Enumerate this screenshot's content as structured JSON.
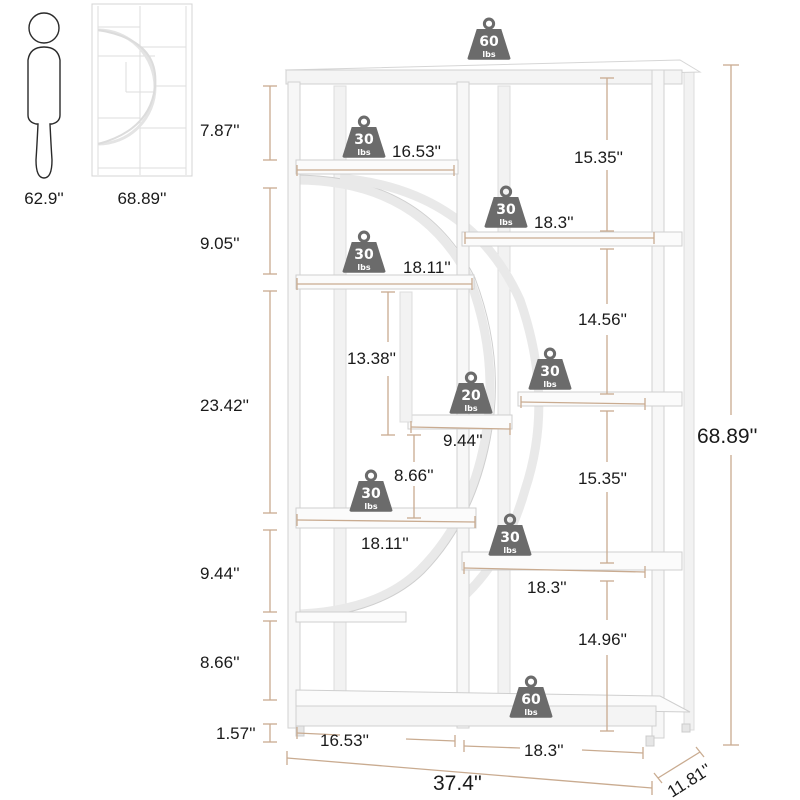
{
  "comparison": {
    "person_height": "62.9''",
    "shelf_height": "68.89''"
  },
  "weights": {
    "top": {
      "value": "60",
      "unit": "lbs"
    },
    "left_1": {
      "value": "30",
      "unit": "lbs"
    },
    "right_1": {
      "value": "30",
      "unit": "lbs"
    },
    "left_2": {
      "value": "30",
      "unit": "lbs"
    },
    "middle_small": {
      "value": "20",
      "unit": "lbs"
    },
    "right_2": {
      "value": "30",
      "unit": "lbs"
    },
    "left_3": {
      "value": "30",
      "unit": "lbs"
    },
    "right_3": {
      "value": "30",
      "unit": "lbs"
    },
    "bottom": {
      "value": "60",
      "unit": "lbs"
    }
  },
  "left_heights": [
    {
      "label": "7.87''"
    },
    {
      "label": "9.05''"
    },
    {
      "label": "23.42''"
    },
    {
      "label": "9.44''"
    },
    {
      "label": "8.66''"
    },
    {
      "label": "1.57''"
    }
  ],
  "right_heights": [
    {
      "label": "15.35''"
    },
    {
      "label": "14.56''"
    },
    {
      "label": "15.35''"
    },
    {
      "label": "14.96''"
    }
  ],
  "inner_heights": {
    "upper": "13.38''",
    "lower": "8.66''"
  },
  "shelf_widths": {
    "left_1": "16.53''",
    "right_1": "18.3''",
    "left_2": "18.11''",
    "middle_small": "9.44''",
    "left_3": "18.11''",
    "right_3": "18.3''",
    "bottom_left": "16.53''",
    "bottom_right": "18.3''"
  },
  "overall": {
    "width": "37.4''",
    "depth": "11.81''",
    "height": "68.89''"
  },
  "colors": {
    "weight_badge": "#6b6b6b",
    "dimension_line": "#c9ab90",
    "text": "#1a1a1a"
  }
}
